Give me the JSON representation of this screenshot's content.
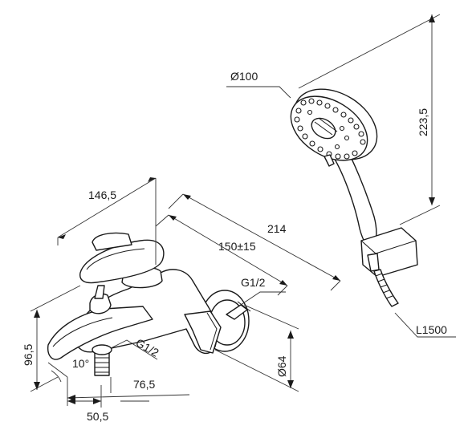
{
  "dimensions": {
    "shower_head_diameter": "Ø100",
    "handset_height": "223,5",
    "hose_length": "L1500",
    "body_width": "146,5",
    "overall_depth": "214",
    "inlet_centers": "150±15",
    "inlet_thread": "G1/2",
    "diverter_thread": "G1/2",
    "escutcheon_diameter": "Ø64",
    "height": "96,5",
    "spout_angle": "10°",
    "spout_depth": "76,5",
    "spout_offset": "50,5"
  },
  "colors": {
    "line": "#1a1a1a",
    "background": "#ffffff"
  }
}
